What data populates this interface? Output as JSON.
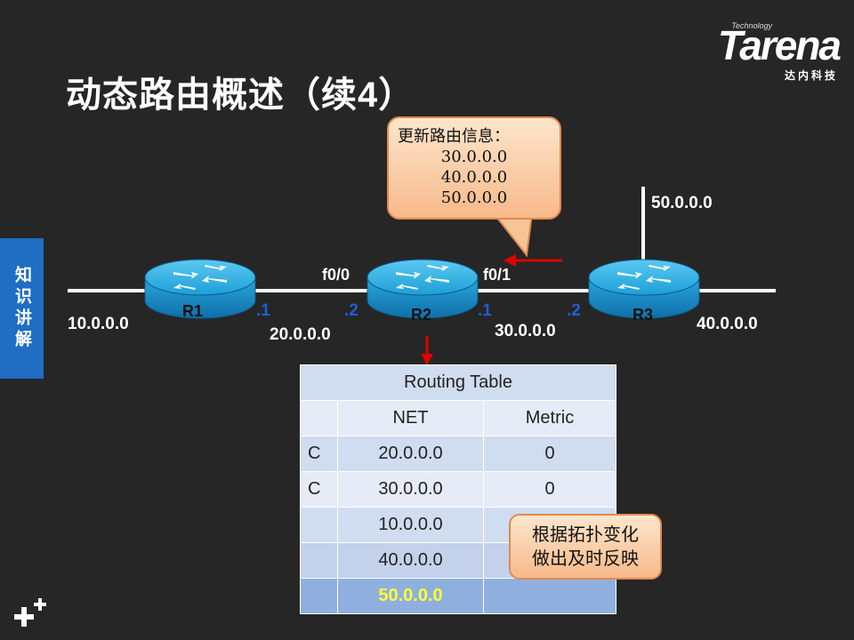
{
  "title": "动态路由概述（续4）",
  "logo": {
    "small": "Technology",
    "main": "Tarena",
    "cn": "达内科技"
  },
  "side_tab": "知识讲解",
  "update_callout": {
    "header": "更新路由信息：",
    "lines": [
      "30.0.0.0",
      "40.0.0.0",
      "50.0.0.0"
    ]
  },
  "routers": {
    "r1": "R1",
    "r2": "R2",
    "r3": "R3"
  },
  "networks": {
    "n10": "10.0.0.0",
    "n20": "20.0.0.0",
    "n30": "30.0.0.0",
    "n40": "40.0.0.0",
    "n50": "50.0.0.0"
  },
  "interfaces": {
    "r2_left": "f0/0",
    "r2_right": "f0/1"
  },
  "host_addrs": {
    "r1_right": ".1",
    "r2_left": ".2",
    "r2_right": ".1",
    "r3_left": ".2"
  },
  "routing_table": {
    "caption": "Routing Table",
    "headers": [
      "",
      "NET",
      "Metric"
    ],
    "rows": [
      [
        "C",
        "20.0.0.0",
        "0"
      ],
      [
        "C",
        "30.0.0.0",
        "0"
      ],
      [
        "",
        "10.0.0.0",
        ""
      ],
      [
        "",
        "40.0.0.0",
        ""
      ],
      [
        "",
        "50.0.0.0",
        ""
      ]
    ]
  },
  "bottom_callout": {
    "lines": [
      "根据拓扑变化",
      "做出及时反映"
    ]
  },
  "colors": {
    "background": "#262626",
    "accent_blue": "#1f6ec4",
    "router": "#29aee6",
    "arrow": "#e00000",
    "highlight": "#ffff33"
  }
}
